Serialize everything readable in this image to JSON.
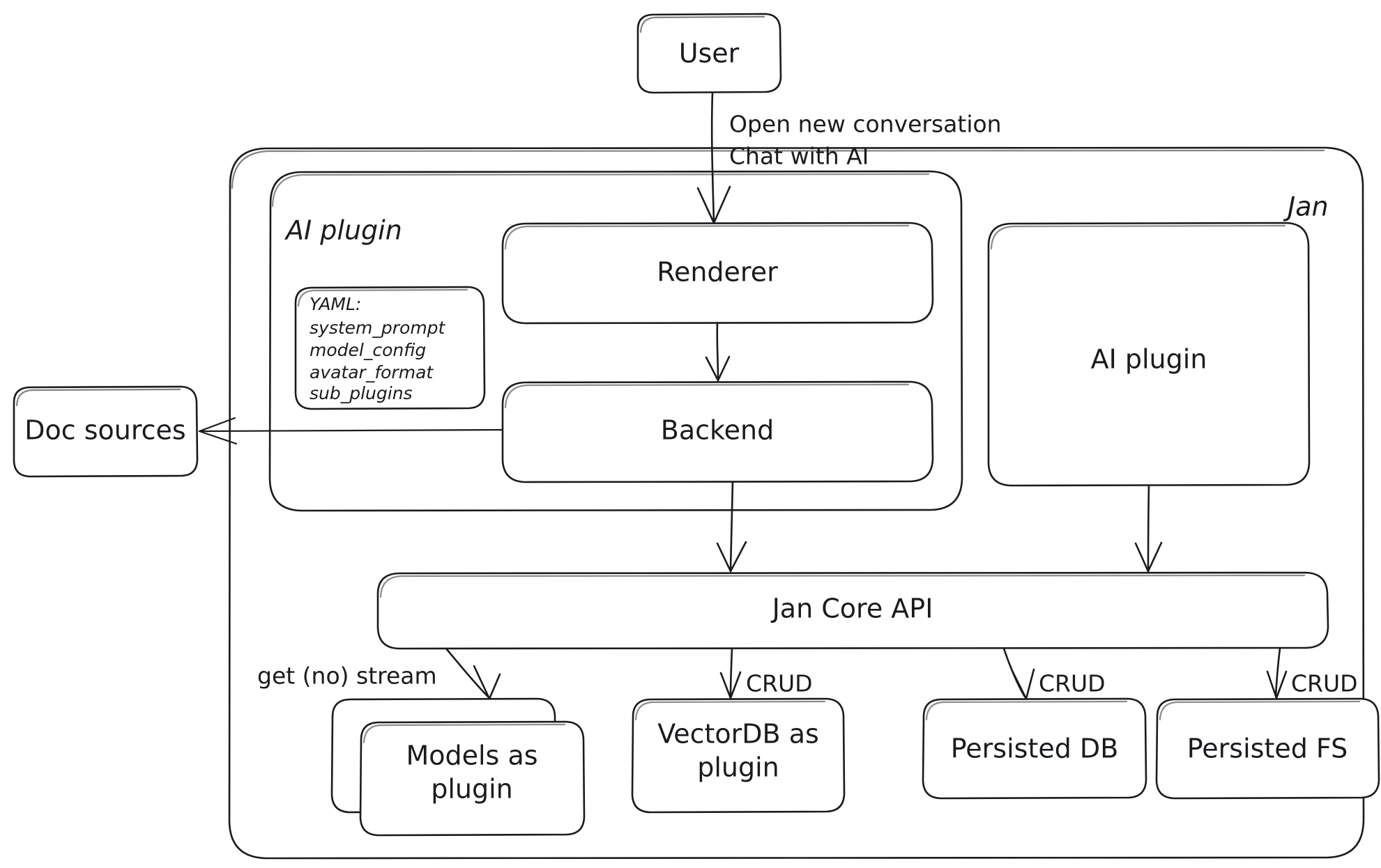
{
  "diagram": {
    "title": "Jan architecture diagram",
    "style": "hand-drawn",
    "stroke_color": "#1b1b1f",
    "background_color": "#ffffff"
  },
  "nodes": {
    "user": {
      "label": "User"
    },
    "jan_container": {
      "label": "Jan"
    },
    "ai_plugin_group": {
      "label": "AI plugin"
    },
    "yaml_box": {
      "title": "YAML:",
      "items": [
        "system_prompt",
        "model_config",
        "avatar_format",
        "sub_plugins"
      ]
    },
    "renderer": {
      "label": "Renderer"
    },
    "backend": {
      "label": "Backend"
    },
    "ai_plugin_right": {
      "label": "AI plugin"
    },
    "doc_sources": {
      "label": "Doc sources"
    },
    "jan_core_api": {
      "label": "Jan Core API"
    },
    "models_plugin": {
      "label_line1": "Models as",
      "label_line2": "plugin"
    },
    "vectordb_plugin": {
      "label_line1": "VectorDB as",
      "label_line2": "plugin"
    },
    "persisted_db": {
      "label": "Persisted DB"
    },
    "persisted_fs": {
      "label": "Persisted FS"
    }
  },
  "edges": {
    "user_to_renderer": {
      "label_line1": "Open new conversation",
      "label_line2": "Chat with AI"
    },
    "renderer_to_backend": {
      "label": ""
    },
    "backend_to_doc_sources": {
      "label": ""
    },
    "backend_to_core": {
      "label": ""
    },
    "ai_plugin_to_core": {
      "label": ""
    },
    "core_to_models": {
      "label": "get (no) stream"
    },
    "core_to_vectordb": {
      "label": "CRUD"
    },
    "core_to_db": {
      "label": "CRUD"
    },
    "core_to_fs": {
      "label": "CRUD"
    }
  }
}
